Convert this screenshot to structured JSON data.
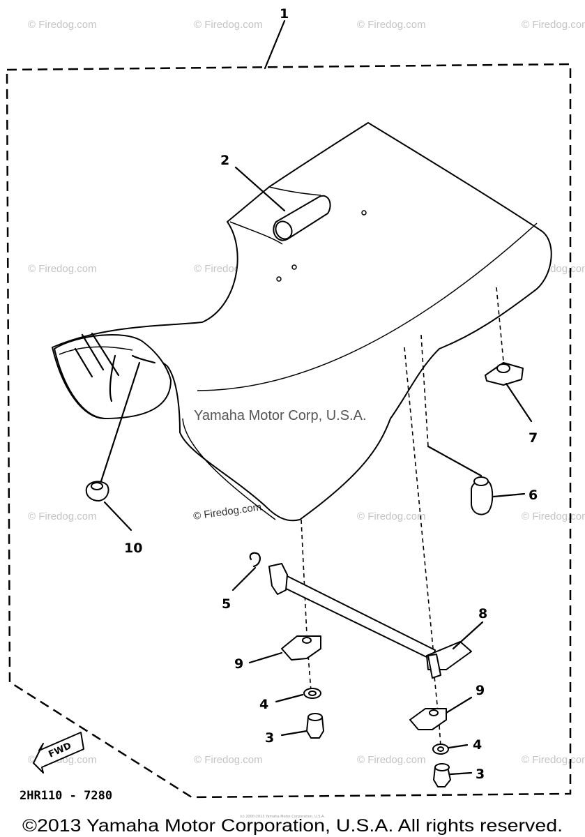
{
  "diagram": {
    "callouts": {
      "c1": "1",
      "c2": "2",
      "c3a": "3",
      "c3b": "3",
      "c4a": "4",
      "c4b": "4",
      "c5": "5",
      "c6": "6",
      "c7": "7",
      "c8": "8",
      "c9a": "9",
      "c9b": "9",
      "c10": "10"
    },
    "fwd_label": "FWD",
    "part_number": "2HR110 - 7280",
    "center_watermark": "Yamaha Motor Corp, U.S.A.",
    "firedog_watermark": "© Firedog.com",
    "tiny_notice": "(c) 2000-2013 Yamaha Motor Corporation, U.S.A.",
    "copyright": "©2013 Yamaha Motor Corporation, U.S.A. All rights reserved."
  }
}
